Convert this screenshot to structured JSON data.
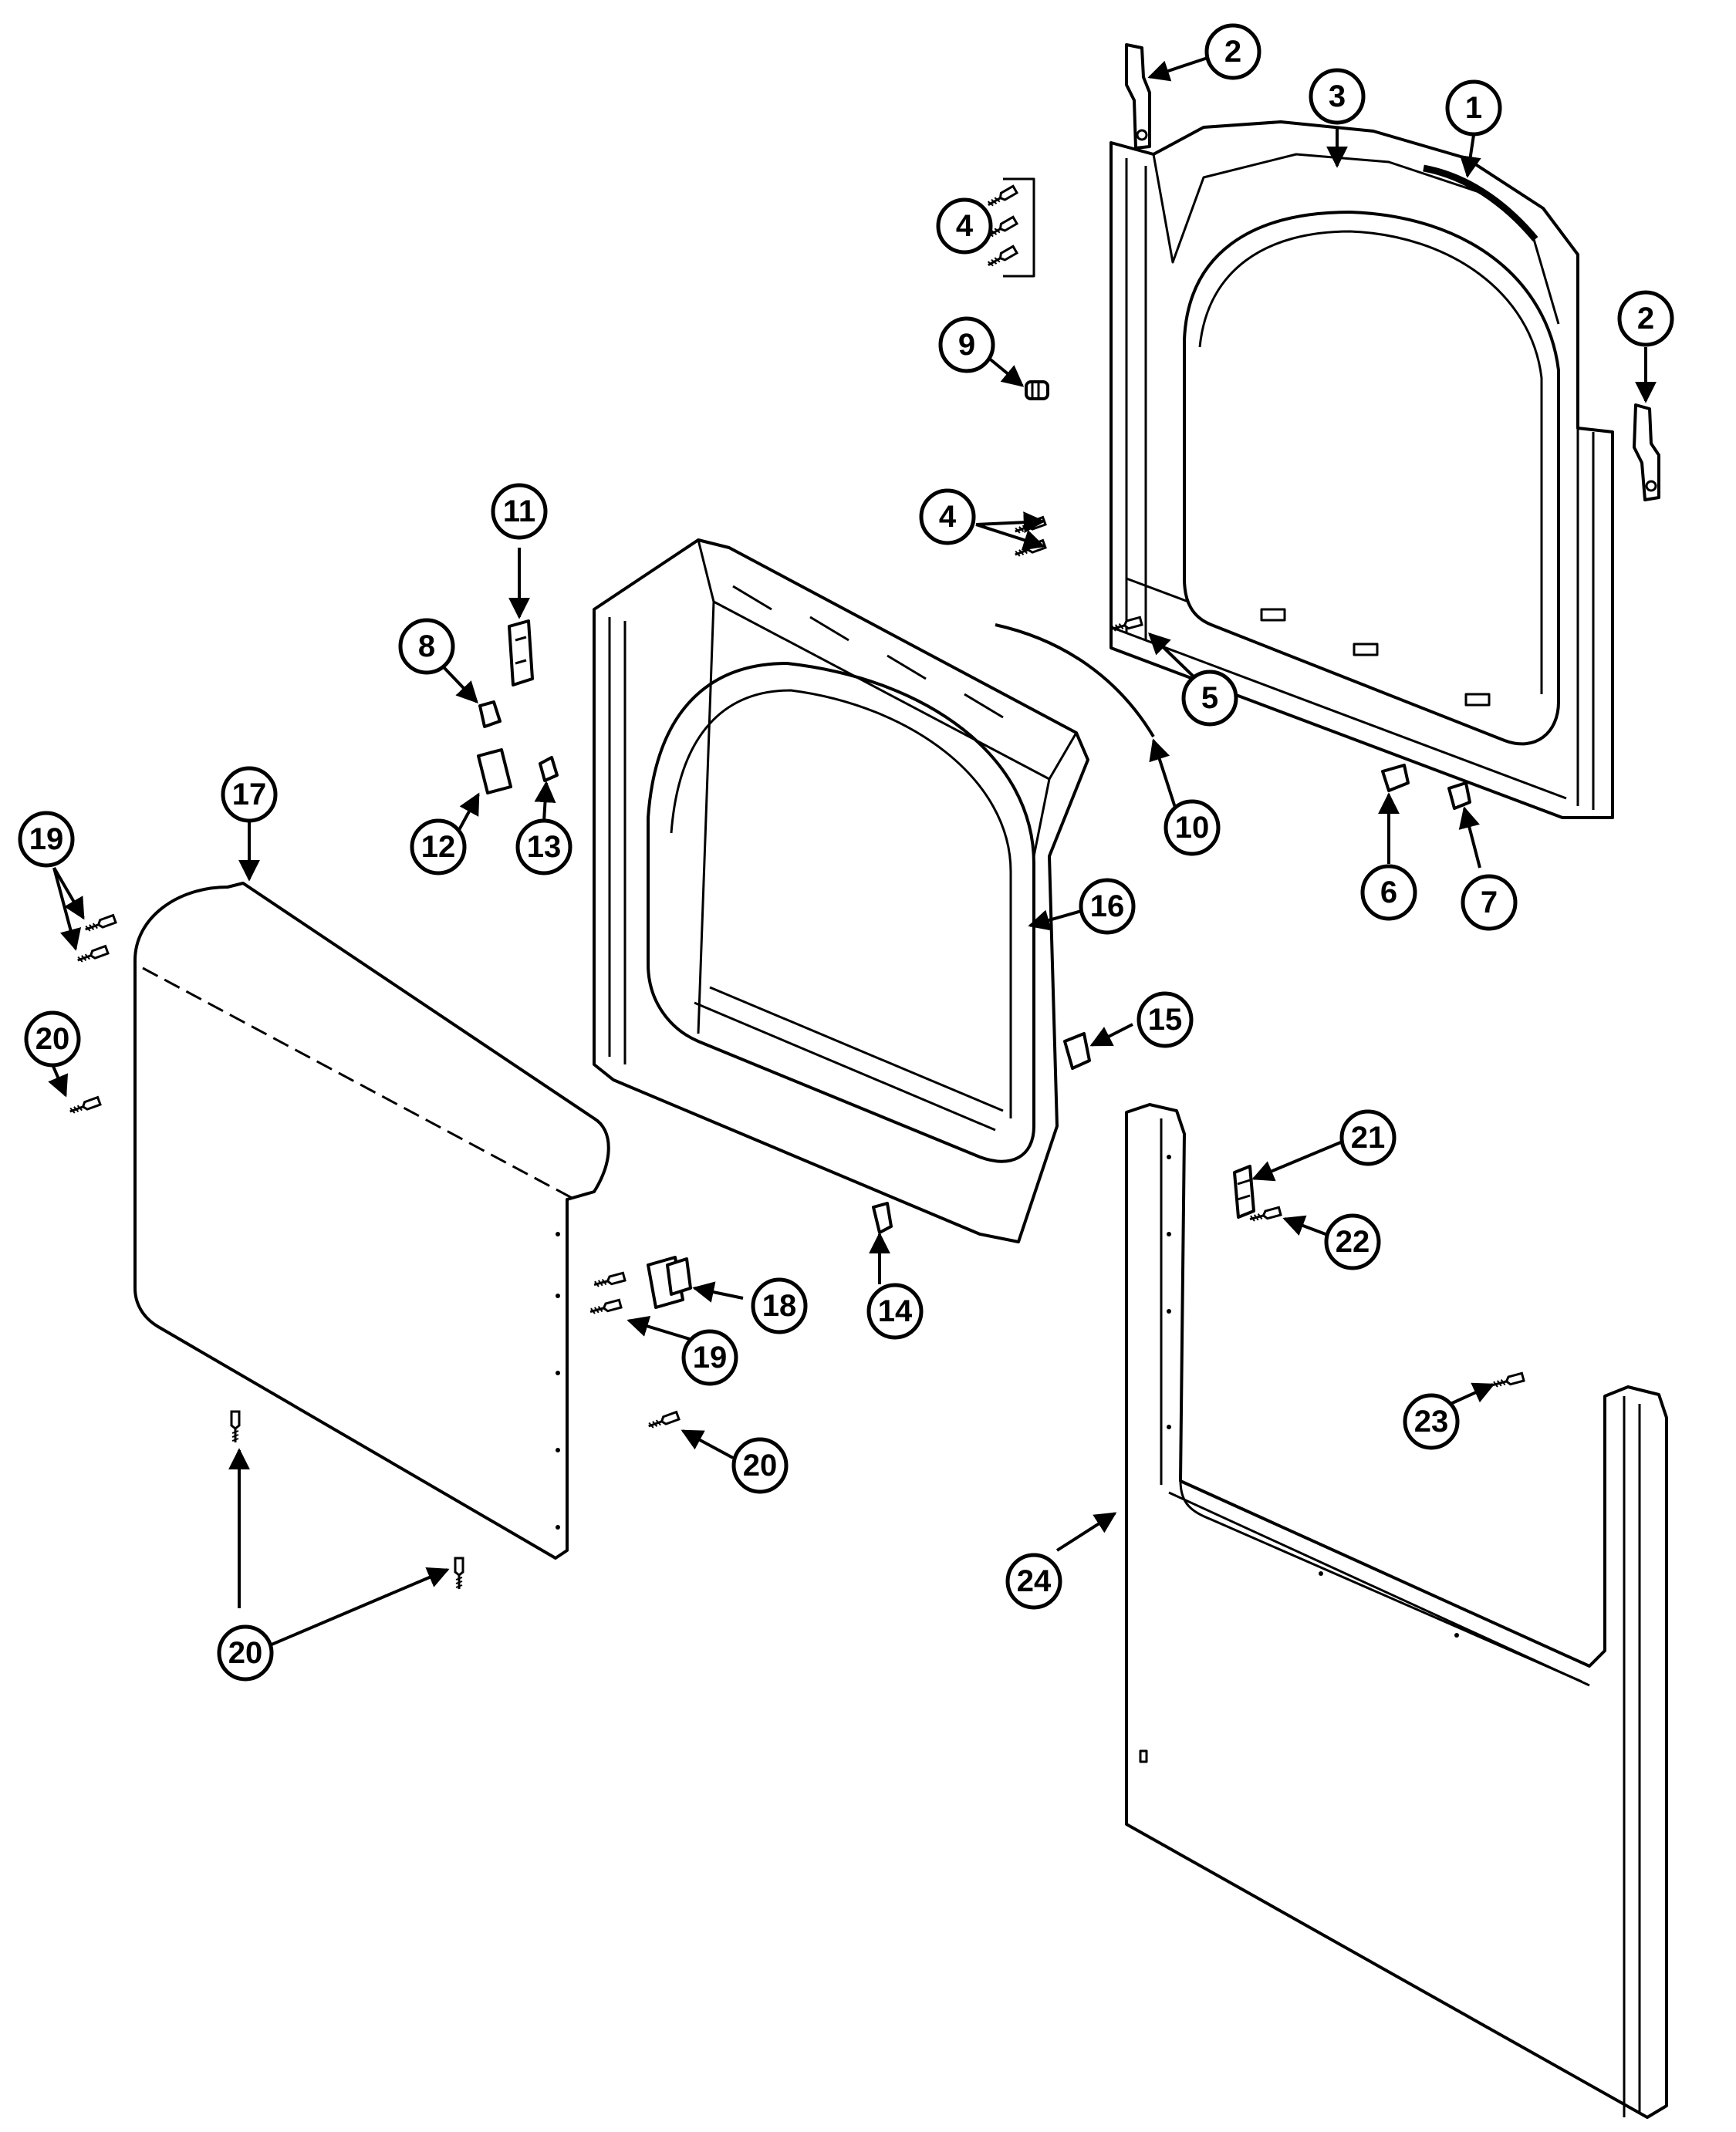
{
  "callouts": {
    "c1": "1",
    "c2a": "2",
    "c2b": "2",
    "c3": "3",
    "c4a": "4",
    "c4b": "4",
    "c5": "5",
    "c6": "6",
    "c7": "7",
    "c8": "8",
    "c9": "9",
    "c10": "10",
    "c11": "11",
    "c12": "12",
    "c13": "13",
    "c14": "14",
    "c15": "15",
    "c16": "16",
    "c17": "17",
    "c18": "18",
    "c19a": "19",
    "c19b": "19",
    "c20a": "20",
    "c20b": "20",
    "c20c": "20",
    "c21": "21",
    "c22": "22",
    "c23": "23",
    "c24": "24"
  },
  "colors": {
    "line": "#000000",
    "background": "#ffffff",
    "shade": "#e9e9e9"
  }
}
